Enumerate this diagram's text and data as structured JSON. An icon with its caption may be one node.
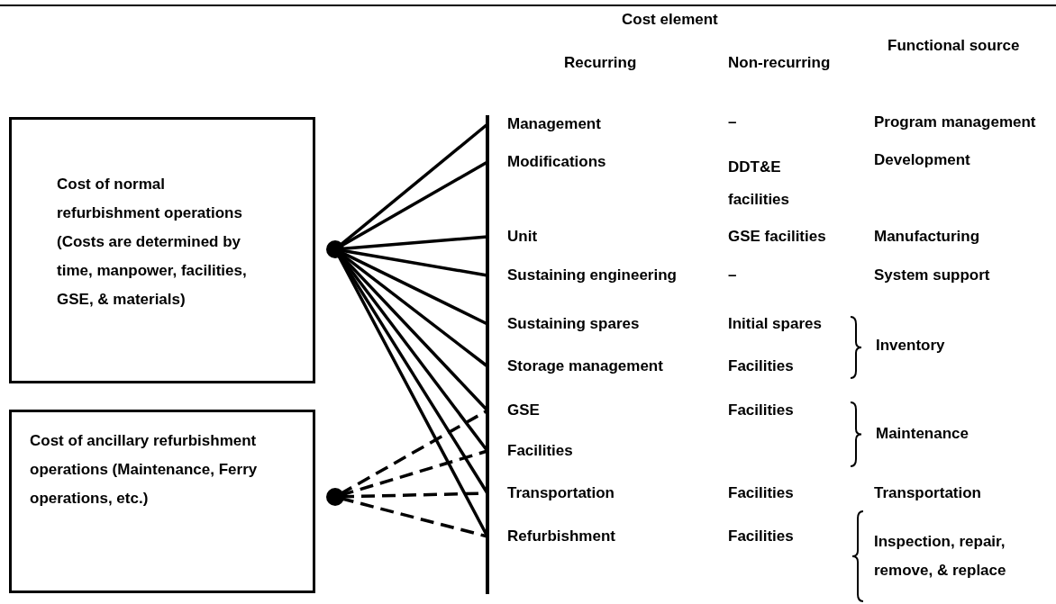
{
  "diagram": {
    "nodes": [
      {
        "text": [
          "Cost of normal refurbishment operations (Costs are determined by time, manpower, facilities, GSE, & materials)"
        ]
      },
      {
        "text": [
          "Cost of ancillary refurbishment operations (Maintenance, Ferry operations, etc.)"
        ]
      },
      {
        "text": [],
        "shape": "circle"
      },
      {
        "text": [],
        "shape": "circle"
      },
      {
        "text": [
          "Management"
        ]
      },
      {
        "text": [
          "Modifications"
        ]
      },
      {
        "text": [
          "Unit"
        ]
      },
      {
        "text": [
          "Sustaining engineering"
        ]
      },
      {
        "text": [
          "Sustaining spares"
        ]
      },
      {
        "text": [
          "Storage management"
        ]
      },
      {
        "text": [
          "GSE"
        ]
      },
      {
        "text": [
          "Facilities"
        ]
      },
      {
        "text": [
          "Transportation"
        ]
      },
      {
        "text": [
          "Refurbishment"
        ]
      }
    ],
    "edges": [
      {
        "from": 2,
        "to": 4,
        "arrow": "none"
      },
      {
        "from": 2,
        "to": 5,
        "arrow": "none"
      },
      {
        "from": 2,
        "to": 6,
        "arrow": "none"
      },
      {
        "from": 2,
        "to": 7,
        "arrow": "none"
      },
      {
        "from": 2,
        "to": 8,
        "arrow": "none"
      },
      {
        "from": 2,
        "to": 9,
        "arrow": "none"
      },
      {
        "from": 2,
        "to": 10,
        "arrow": "none"
      },
      {
        "from": 2,
        "to": 11,
        "arrow": "none"
      },
      {
        "from": 2,
        "to": 12,
        "arrow": "none"
      },
      {
        "from": 2,
        "to": 13,
        "arrow": "none"
      },
      {
        "from": 3,
        "to": 10,
        "arrow": "none",
        "style": "dashed"
      },
      {
        "from": 3,
        "to": 11,
        "arrow": "none",
        "style": "dashed"
      },
      {
        "from": 3,
        "to": 12,
        "arrow": "none",
        "style": "dashed"
      },
      {
        "from": 3,
        "to": 13,
        "arrow": "none",
        "style": "dashed"
      }
    ],
    "labels": [
      "Cost element",
      "Recurring",
      "Non-recurring",
      "Functional source",
      "–",
      "Program management",
      "DDT&E facilities",
      "Development",
      "GSE facilities",
      "Manufacturing",
      "–",
      "System support",
      "Initial spares",
      "Inventory",
      "Facilities",
      "Facilities",
      "Maintenance",
      "Facilities",
      "Transportation",
      "Facilities",
      "Inspection, repair, remove, & replace"
    ]
  }
}
